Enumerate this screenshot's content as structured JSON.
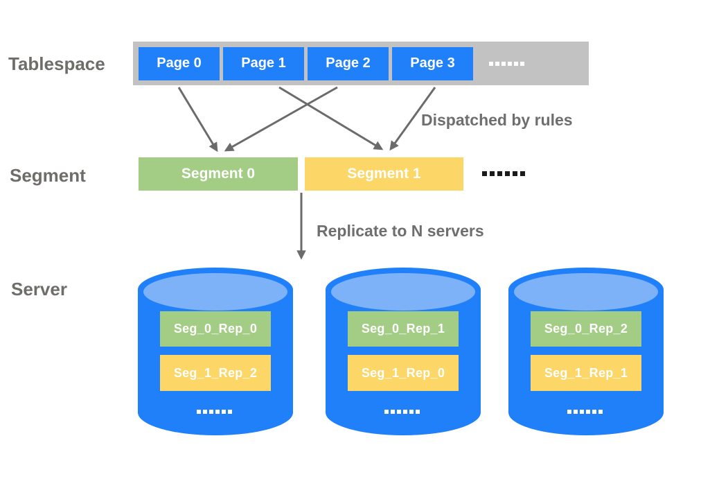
{
  "colors": {
    "page_blue": "#2080fa",
    "bar_gray": "#c2c2c2",
    "segment_green": "#a3cd85",
    "segment_yellow": "#fcd666",
    "cylinder_blue": "#2080fa",
    "cylinder_top_blue": "#7db2f9",
    "label_gray": "#6f6d69",
    "arrow_gray": "#6b6b6b",
    "annotation_gray": "#6e6e6e"
  },
  "rows": {
    "tablespace_label": "Tablespace",
    "segment_label": "Segment",
    "server_label": "Server"
  },
  "tablespace": {
    "pages": [
      "Page 0",
      "Page 1",
      "Page 2",
      "Page 3"
    ],
    "ellipsis": "……"
  },
  "annotations": {
    "dispatch": "Dispatched by rules",
    "replicate": "Replicate to N servers"
  },
  "segments": [
    {
      "label": "Segment 0"
    },
    {
      "label": "Segment 1"
    }
  ],
  "segment_ellipsis": "……",
  "servers": [
    {
      "green_replica": "Seg_0_Rep_0",
      "yellow_replica": "Seg_1_Rep_2",
      "ellipsis": "……"
    },
    {
      "green_replica": "Seg_0_Rep_1",
      "yellow_replica": "Seg_1_Rep_0",
      "ellipsis": "……"
    },
    {
      "green_replica": "Seg_0_Rep_2",
      "yellow_replica": "Seg_1_Rep_1",
      "ellipsis": "……"
    }
  ]
}
